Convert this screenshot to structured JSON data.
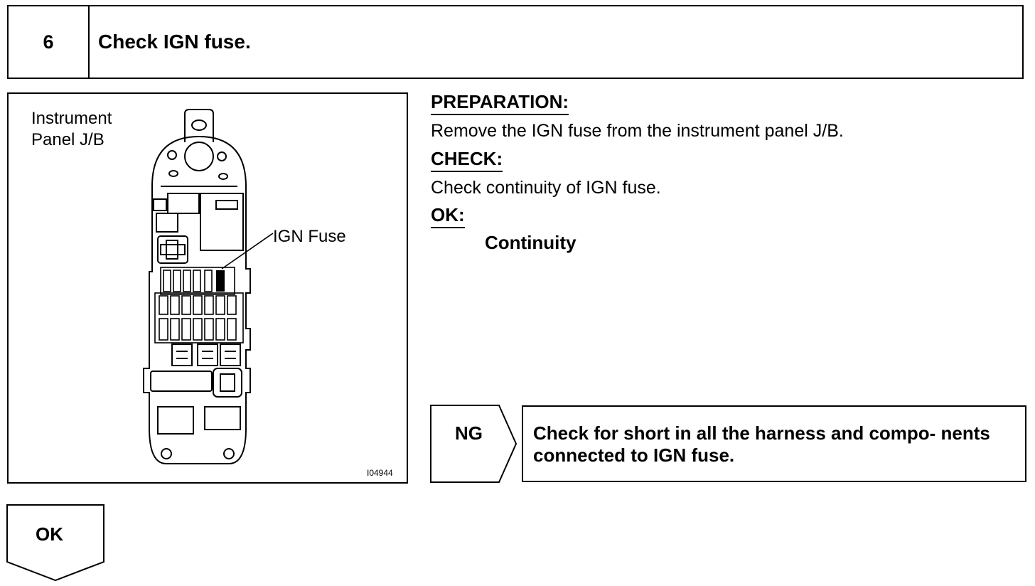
{
  "step": {
    "number": "6",
    "title": "Check IGN fuse."
  },
  "illustration": {
    "jb_label_line1": "Instrument",
    "jb_label_line2": "Panel J/B",
    "fuse_label": "IGN Fuse",
    "figure_code": "I04944"
  },
  "preparation": {
    "heading": "PREPARATION:",
    "text": "Remove the IGN fuse from the instrument panel J/B."
  },
  "check": {
    "heading": "CHECK:",
    "text": "Check continuity of IGN fuse."
  },
  "ok_spec": {
    "heading": "OK:",
    "value": "Continuity"
  },
  "ng_branch": {
    "label": "NG",
    "action": "Check for short in all the harness and compo- nents connected to IGN fuse."
  },
  "ok_branch": {
    "label": "OK"
  }
}
